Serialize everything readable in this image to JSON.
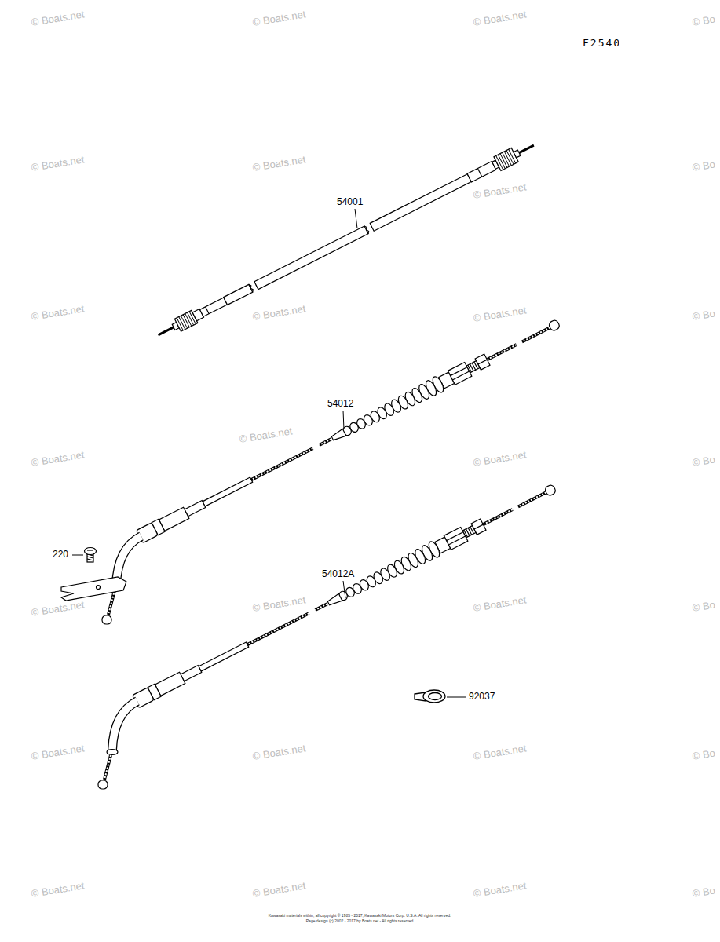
{
  "diagram": {
    "labels": [
      "F2540",
      "54001",
      "54012",
      "220",
      "54012A",
      "92037",
      "© Boats.net",
      "© Boats.net",
      "© Boats.net",
      "© Bo",
      "© Boats.net",
      "© Boats.net",
      "© Boats.net",
      "© Bo",
      "© Boats.net",
      "© Boats.net",
      "© Boats.net",
      "© Bo",
      "© Boats.net",
      "© Boats.net",
      "© Boats.net",
      "© Bo",
      "© Boats.net",
      "© Boats.net",
      "© Boats.net",
      "© Bo",
      "© Boats.net",
      "© Boats.net",
      "© Boats.net",
      "© Bo",
      "© Boats.net",
      "© Boats.net",
      "© Boats.net",
      "© Bo",
      "Kawasaki materials within, all copyright © 1985 - 2017, Kawasaki Motors Corp. U.S.A. All rights reserved.",
      "Page design (c) 2002 - 2017 by Boats.net - All rights reserved"
    ]
  }
}
